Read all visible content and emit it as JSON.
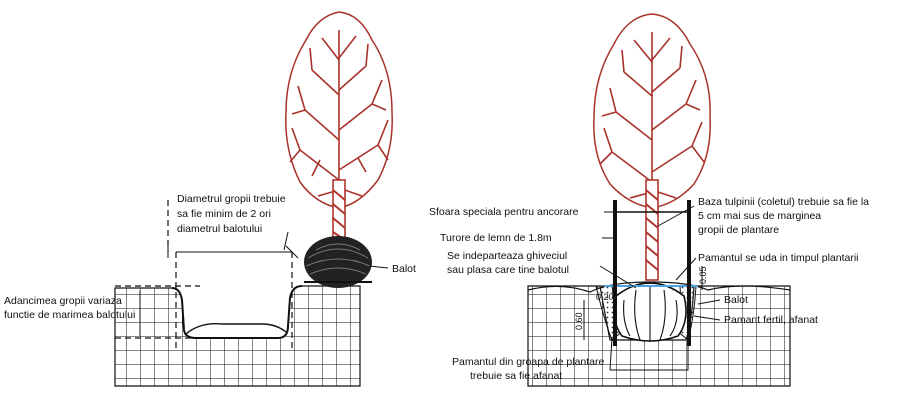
{
  "left_diagram": {
    "diameter_note": [
      "Diametrul gropii trebuie",
      "sa fie minim de 2 ori",
      "diametrul balotului"
    ],
    "depth_note": [
      "Adancimea gropii variaza",
      "functie de marimea balotului"
    ],
    "ball_label": "Balot"
  },
  "right_diagram": {
    "rope_label": "Sfoara speciala pentru ancorare",
    "stake_label": "Turore de lemn de 1.8m",
    "remove_note": [
      "Se indeparteaza ghiveciul",
      "sau plasa care tine balotul"
    ],
    "collar_note": [
      "Baza tulpinii (coletul) trebuie sa fie la",
      "5 cm mai sus de marginea",
      "gropii de plantare"
    ],
    "water_note": "Pamantul se uda in timpul plantarii",
    "ball_label": "Balot",
    "soil_label": "Pamant fertil, afanat",
    "pit_soil_note": [
      "Pamantul din groapa de plantare",
      "trebuie sa fie afanat"
    ],
    "dim_020": "0.20",
    "dim_060": "0.60",
    "dim_005": "0.05"
  },
  "colors": {
    "foliage": "#a8332a",
    "trunk": "#b0352c",
    "ink": "#111111",
    "water_line": "#4aa3df"
  }
}
